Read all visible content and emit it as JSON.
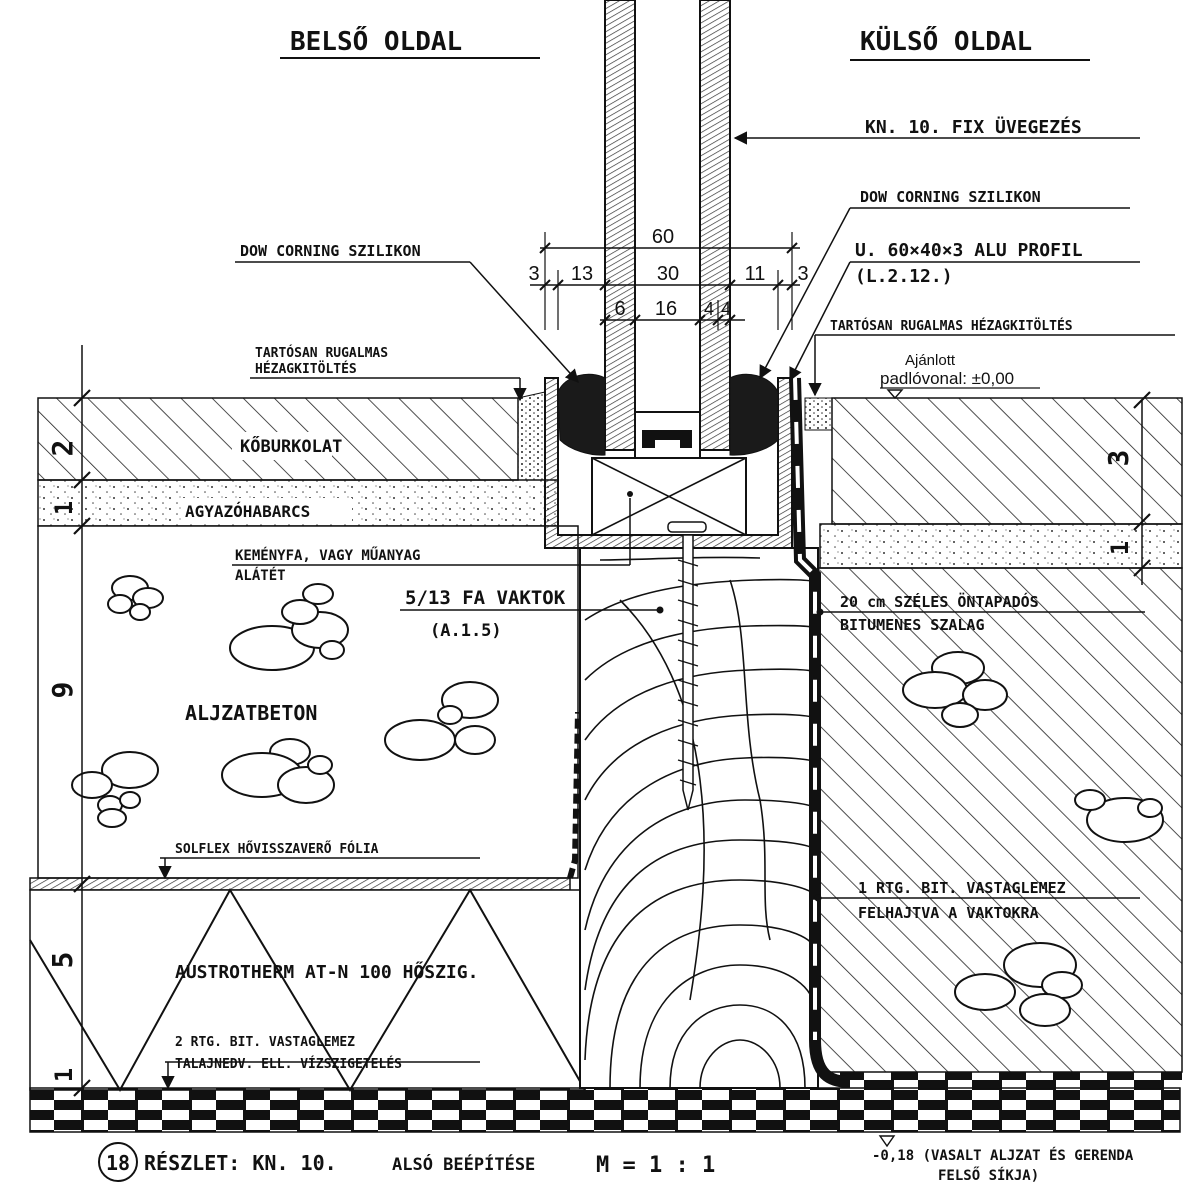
{
  "headings": {
    "inner_side": "BELSŐ OLDAL",
    "outer_side": "KÜLSŐ OLDAL"
  },
  "callouts": {
    "glazing": "KN. 10. FIX ÜVEGEZÉS",
    "silicone_right": "DOW CORNING SZILIKON",
    "silicone_left": "DOW CORNING SZILIKON",
    "alu_profile": "U. 60×40×3 ALU PROFIL",
    "alu_profile_ref": "(L.2.12.)",
    "joint_filler_right": "TARTÓSAN RUGALMAS HÉZAGKITÖLTÉS",
    "joint_filler_left_1": "TARTÓSAN RUGALMAS",
    "joint_filler_left_2": "HÉZAGKITÖLTÉS",
    "floor_line_label_1": "Ajánlott",
    "floor_line_label_2": "padlóvonal: ±0,00",
    "hardwood_pad_1": "KEMÉNYFA, VAGY MŰANYAG",
    "hardwood_pad_2": "ALÁTÉT",
    "timber_frame": "5/13 FA VAKTOK",
    "timber_frame_ref": "(A.1.5)",
    "bitumen_tape_1": "20 cm SZÉLES ÖNTAPADÓS",
    "bitumen_tape_2": "BITUMENES SZALAG",
    "foil": "SOLFLEX HŐVISSZAVERŐ FÓLIA",
    "bitumen_sheet_1": "1 RTG. BIT. VASTAGLEMEZ",
    "bitumen_sheet_2": "FELHAJTVA A VAKTOKRA",
    "insulation": "AUSTROTHERM AT-N 100 HŐSZIG.",
    "waterproof_1": "2 RTG. BIT. VASTAGLEMEZ",
    "waterproof_2": "TALAJNEDV. ELL. VÍZSZIGETELÉS"
  },
  "materials": {
    "stone_tiling": "KŐBURKOLAT",
    "adhesive": "AGYAZÓHABARCS",
    "screed": "ALJZATBETON"
  },
  "dimensions": {
    "total_width": "60",
    "gap_left": "3",
    "seg_13": "13",
    "seg_30": "30",
    "seg_11": "11",
    "gap_right": "3",
    "seg_6": "6",
    "seg_16": "16",
    "seg_4": "4",
    "seg_4b": "4",
    "layer_2": "2",
    "layer_1_left": "1",
    "layer_9": "9",
    "layer_5": "5",
    "layer_1_bottom": "1",
    "layer_3_right": "3",
    "layer_1_right": "1"
  },
  "footer": {
    "detail_number": "18",
    "detail_title": "RÉSZLET: KN. 10.",
    "detail_subtitle": "ALSÓ BEÉPÍTÉSE",
    "scale": "M = 1 : 1",
    "level_note_1": "-0,18 (VASALT ALJZAT ÉS GERENDA",
    "level_note_2": "FELSŐ SÍKJA)"
  }
}
